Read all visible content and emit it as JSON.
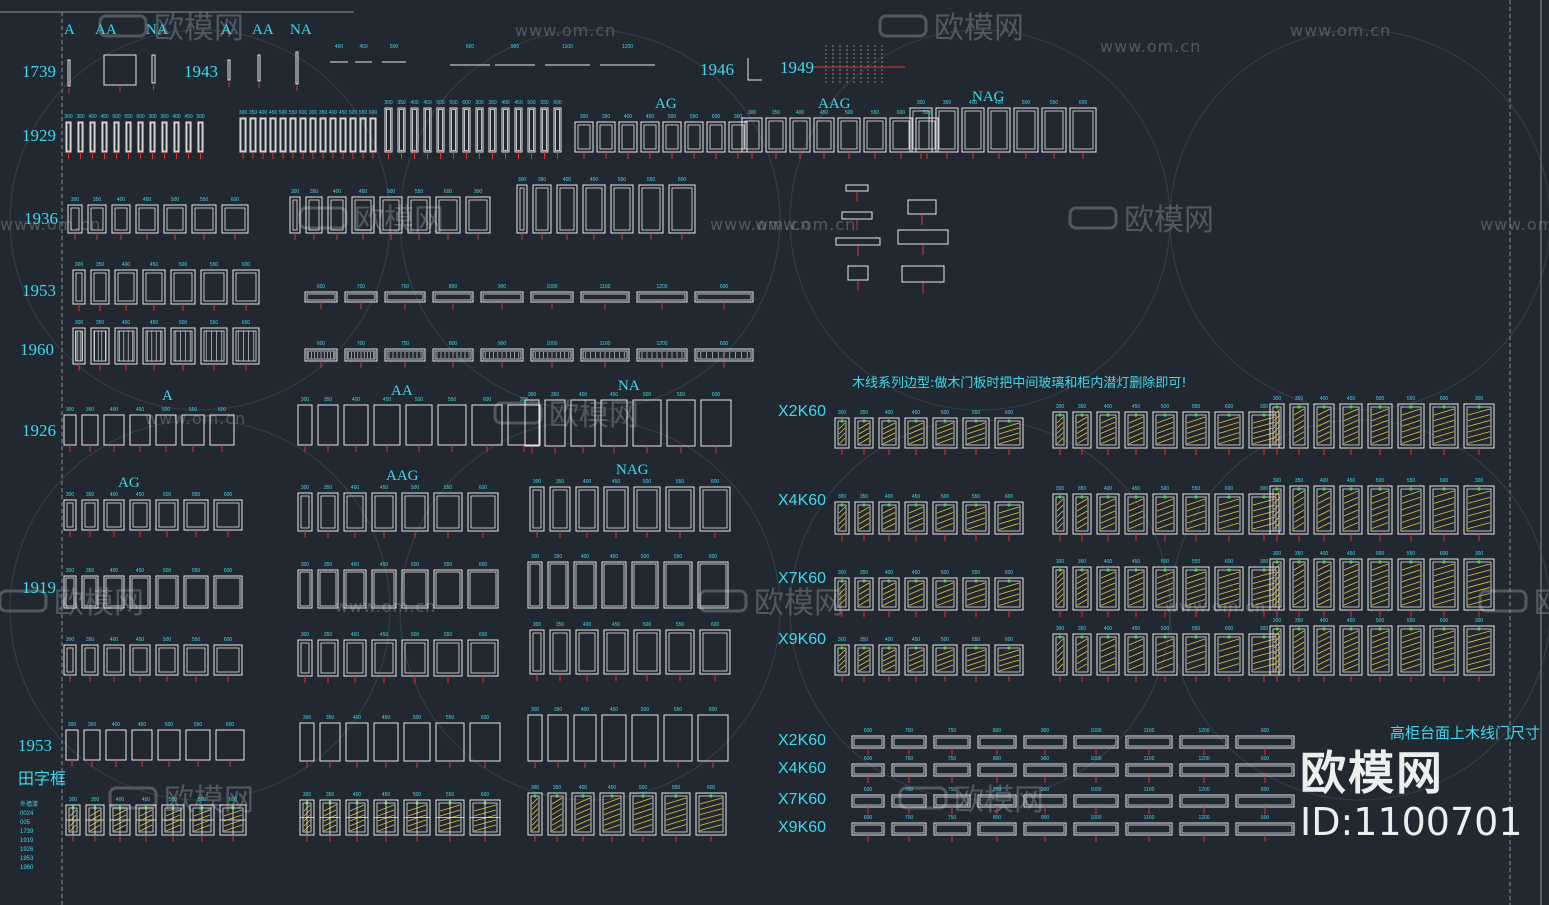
{
  "colors": {
    "background": "#212830",
    "line": "#e8e8e8",
    "label": "#3fd8f0",
    "dimension_tick": "#e23030",
    "hatch": "#e8c23a",
    "hatch_accent": "#4fd04f",
    "watermark": "#8c939b"
  },
  "watermark": {
    "logo_text": "欧模网",
    "url_text": "www.om.cn"
  },
  "overlay": {
    "brand": "欧模网",
    "id": "ID:1100701"
  },
  "headers": {
    "top": [
      "A",
      "AA",
      "NA",
      "A",
      "AA",
      "NA"
    ],
    "r1929_right": [
      "AG",
      "AAG",
      "NAG"
    ],
    "r1926": [
      "A",
      "AA",
      "NA"
    ],
    "r1926_lower": [
      "AG",
      "AAG",
      "NAG"
    ]
  },
  "row_labels": {
    "r1739": "1739",
    "r1943": "1943",
    "r1946": "1946",
    "r1949": "1949",
    "r1929": "1929",
    "r1936": "1936",
    "r1953": "1953",
    "r1960": "1960",
    "r1926": "1926",
    "r1919": "1919",
    "r1953b": "1953",
    "tian_frame": "田字框"
  },
  "series_labels": {
    "x2k60": "X2K60",
    "x4k60": "X4K60",
    "x7k60": "X7K60",
    "x9k60": "X9K60",
    "x2k60b": "X2K60",
    "x4k60b": "X4K60",
    "x7k60b": "X7K60",
    "x9k60b": "X9K60"
  },
  "notes": {
    "wood_trim_note": "木线系列边型:做木门板时把中间玻璃和柜内潜灯删除即可!",
    "tall_cabinet_note": "高柜台面上木线门尺寸"
  },
  "legend_left": [
    "外墙漆",
    "0024",
    "005",
    "1739",
    "1919",
    "1926",
    "1953",
    "1960"
  ],
  "dimension_values": {
    "narrow": [
      "300",
      "350",
      "400",
      "450",
      "500",
      "550",
      "600"
    ],
    "wide": [
      "600",
      "700",
      "750",
      "800",
      "900",
      "1000",
      "1100",
      "1200"
    ]
  }
}
